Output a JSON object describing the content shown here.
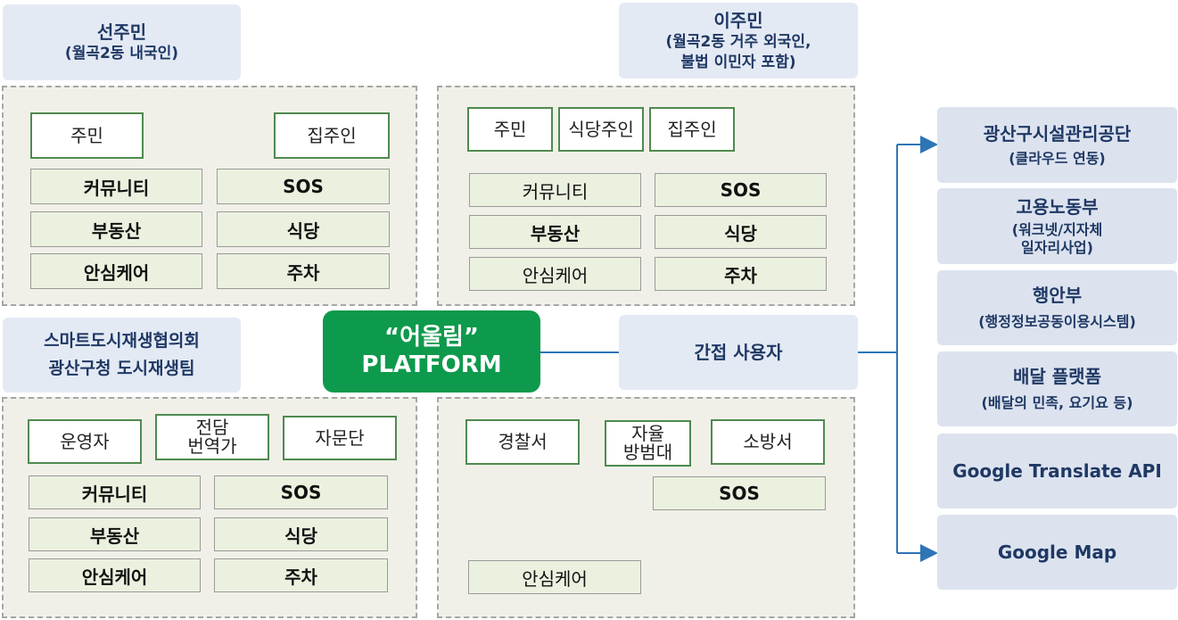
{
  "resident": {
    "title": "선주민",
    "subtitle": "(월곡2동 내국인)",
    "roles": [
      "주민",
      "집주인"
    ],
    "features": [
      "커뮤니티",
      "SOS",
      "부동산",
      "식당",
      "안심케어",
      "주차"
    ]
  },
  "migrant": {
    "title": "이주민",
    "subtitle_line1": "(월곡2동 거주 외국인,",
    "subtitle_line2": "불법 이민자 포함)",
    "roles": [
      "주민",
      "식당주인",
      "집주인"
    ],
    "features": [
      "커뮤니티",
      "SOS",
      "부동산",
      "식당",
      "안심케어",
      "주차"
    ]
  },
  "operator": {
    "title_line1": "스마트도시재생협의회",
    "title_line2": "광산구청 도시재생팀",
    "roles": [
      "운영자",
      "전담",
      "번역가",
      "자문단"
    ],
    "features": [
      "커뮤니티",
      "SOS",
      "부동산",
      "식당",
      "안심케어",
      "주차"
    ]
  },
  "indirect": {
    "title": "간접 사용자",
    "roles": [
      "경찰서",
      "자율",
      "방범대",
      "소방서"
    ],
    "features": [
      "SOS",
      "안심케어"
    ]
  },
  "platform": {
    "line1": "“어울림”",
    "line2": "PLATFORM"
  },
  "externals": [
    {
      "name": "광산구시설관리공단",
      "sub1": "(클라우드 연동)",
      "sub2": ""
    },
    {
      "name": "고용노동부",
      "sub1": "(워크넷/지자체",
      "sub2": "일자리사업)"
    },
    {
      "name": "행안부",
      "sub1": "(행정정보공동이용시스템)",
      "sub2": ""
    },
    {
      "name": "배달 플랫폼",
      "sub1": "(배달의 민족, 요기요 등)",
      "sub2": ""
    },
    {
      "name": "Google Translate API",
      "sub1": "",
      "sub2": ""
    },
    {
      "name": "Google Map",
      "sub1": "",
      "sub2": ""
    }
  ],
  "colors": {
    "header_bg": "#e4eaf4",
    "header_text": "#1f3864",
    "panel_bg": "#f0f0e8",
    "feature_bg": "#ebf1df",
    "platform_bg": "#0d9a4c",
    "connector": "#2e75b6"
  }
}
